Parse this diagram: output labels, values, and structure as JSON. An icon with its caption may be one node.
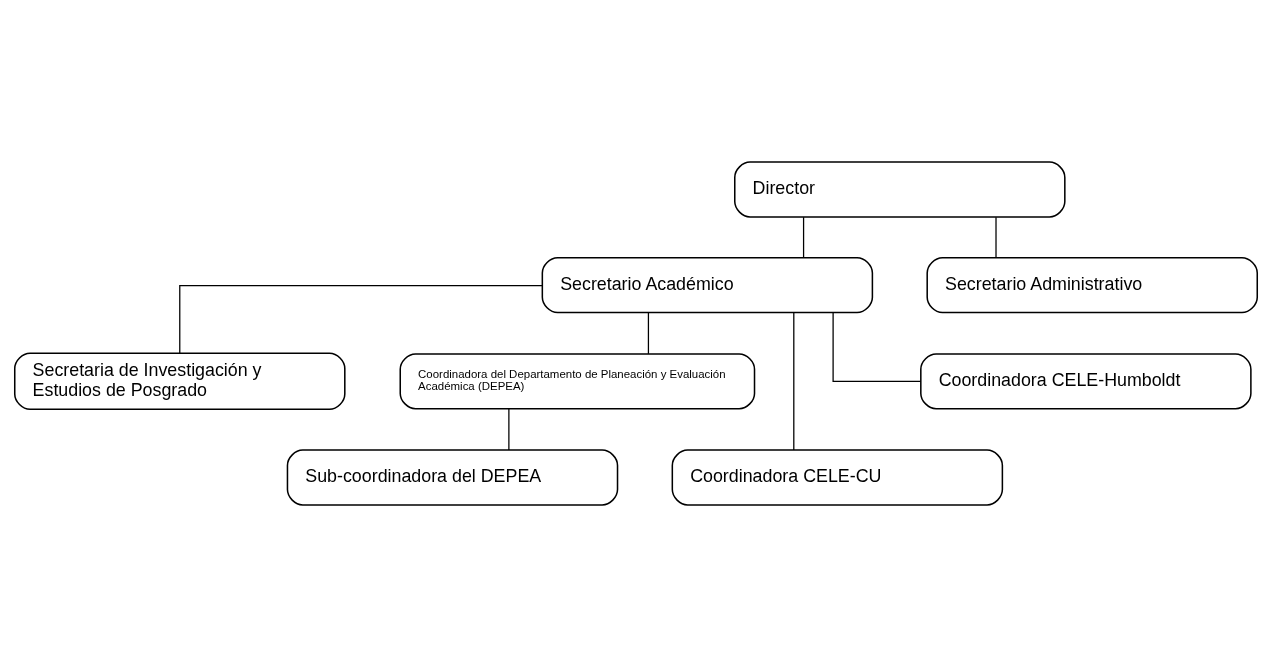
{
  "diagram": {
    "nodes": [
      {
        "text": [
          "Director"
        ]
      },
      {
        "text": [
          "Secretario Académico"
        ]
      },
      {
        "text": [
          "Secretario Administrativo"
        ]
      },
      {
        "text": [
          "Secretaria de Investigación y Estudios de Posgrado"
        ]
      },
      {
        "text": [
          "Coordinadora del Departamento de Planeación y Evaluación Académica (DEPEA)"
        ]
      },
      {
        "text": [
          "Coordinadora CELE-CU"
        ]
      },
      {
        "text": [
          "Sub-coordinadora del DEPEA"
        ]
      },
      {
        "text": [
          "Coordinadora CELE-Humboldt"
        ]
      }
    ],
    "edges": [
      {
        "from": 0,
        "to": 1,
        "arrow": "none"
      },
      {
        "from": 0,
        "to": 2,
        "arrow": "none"
      },
      {
        "from": 1,
        "to": 3,
        "arrow": "none"
      },
      {
        "from": 1,
        "to": 5,
        "arrow": "none"
      },
      {
        "from": 1,
        "to": 7,
        "arrow": "none"
      },
      {
        "from": 1,
        "to": 4,
        "arrow": "none"
      },
      {
        "from": 4,
        "to": 6,
        "arrow": "none"
      }
    ]
  }
}
